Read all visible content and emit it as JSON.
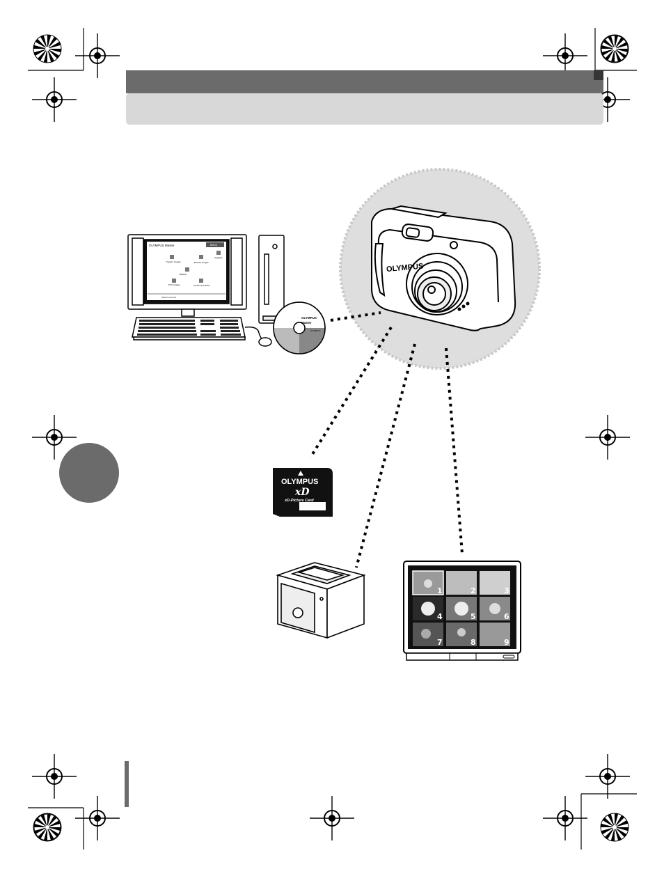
{
  "header": {
    "title_bar_color": "#6b6b6b",
    "subtitle_bar_color": "#d8d8d8",
    "title": "",
    "subtitle": ""
  },
  "accent": {
    "section_tab_color": "#6b6b6b",
    "camera_halo_color": "#dedede"
  },
  "brand": {
    "camera_logo": "OLYMPUS",
    "card_logo": "OLYMPUS",
    "card_format": "xD",
    "card_name": "xD-Picture Card",
    "cd_label_line1": "OLYMPUS",
    "cd_label_line2": "Master",
    "cd_label_small": "OLYMPUS"
  },
  "computer_screen": {
    "app_title": "OLYMPUS Master",
    "menu_button": "Menu",
    "icon_labels": [
      "Transfer Images",
      "Browse Images",
      "Create and Share",
      "Print Images",
      "Backup",
      "Upgrade"
    ],
    "status_text": "Click on an icon"
  },
  "tv_thumbnails": [
    "1",
    "2",
    "3",
    "4",
    "5",
    "6",
    "7",
    "8",
    "9"
  ]
}
